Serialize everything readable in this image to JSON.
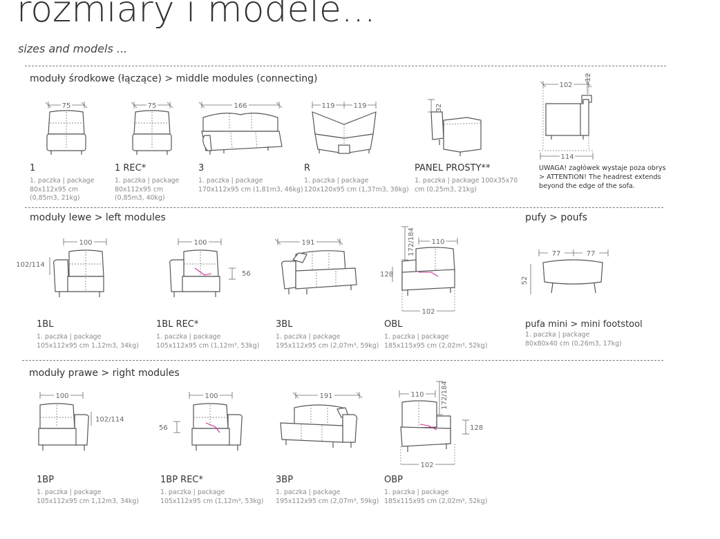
{
  "header": {
    "title": "rozmiary i modele...",
    "subtitle": "sizes and models ..."
  },
  "sections": {
    "middle": "moduły środkowe (łączące) > middle modules (connecting)",
    "left": "moduły lewe > left modules",
    "poufs": "pufy > poufs",
    "right": "moduły prawe > right modules"
  },
  "middle": [
    {
      "name": "1",
      "pkg1": "1. paczka | package",
      "pkg2": "80x112x95 cm",
      "pkg3": "(0,85m3, 21kg)",
      "dim": "75"
    },
    {
      "name": "1 REC*",
      "pkg1": "1. paczka | package",
      "pkg2": "80x112x95 cm",
      "pkg3": "(0,85m3, 40kg)",
      "dim": "75"
    },
    {
      "name": "3",
      "pkg1": "1. paczka | package",
      "pkg2": "170x112x95 cm (1,81m3, 46kg)",
      "dim": "166"
    },
    {
      "name": "R",
      "pkg1": "1. paczka | package",
      "pkg2": "120x120x95 cm (1,37m3, 38kg)",
      "dim": "119"
    },
    {
      "name": "PANEL PROSTY**",
      "pkg1": "1. paczka | package 100x35x70",
      "pkg2": "cm (0,25m3, 21kg)",
      "dim": "32"
    }
  ],
  "headrest": {
    "dim_top": "102",
    "dim_side": "12",
    "dim_bottom": "114",
    "note1": "UWAGA! zagłówek wystaje poza obrys",
    "note2": "> ATTENTION! The headrest extends",
    "note3": "beyond the edge of the sofa."
  },
  "left": [
    {
      "name": "1BL",
      "pkg1": "1. paczka | package",
      "pkg2": "105x112x95 cm 1,12m3, 34kg)",
      "dim": "100",
      "dim2": "102/114"
    },
    {
      "name": "1BL REC*",
      "pkg1": "1. paczka | package",
      "pkg2": "105x112x95 cm (1,12m³, 53kg)",
      "dim": "100",
      "dim2": "56"
    },
    {
      "name": "3BL",
      "pkg1": "1. paczka | package",
      "pkg2": "195x112x95 cm (2,07m³, 59kg)",
      "dim": "191"
    },
    {
      "name": "OBL",
      "pkg1": "1. paczka | package",
      "pkg2": "185x115x95 cm (2,02m³, 52kg)",
      "dim": "110",
      "dim2": "172/184",
      "dim3": "128",
      "dim4": "102"
    }
  ],
  "pouf": {
    "name": "pufa mini > mini footstool",
    "pkg1": "1. paczka | package",
    "pkg2": "80x80x40 cm (0,26m3, 17kg)",
    "dim": "77",
    "dim2": "52"
  },
  "right": [
    {
      "name": "1BP",
      "pkg1": "1. paczka | package",
      "pkg2": "105x112x95 cm 1,12m3, 34kg)",
      "dim": "100",
      "dim2": "102/114"
    },
    {
      "name": "1BP REC*",
      "pkg1": "1. paczka | package",
      "pkg2": "105x112x95 cm (1,12m³, 53kg)",
      "dim": "100",
      "dim2": "56"
    },
    {
      "name": "3BP",
      "pkg1": "1. paczka | package",
      "pkg2": "195x112x95 cm (2,07m³, 59kg)",
      "dim": "191"
    },
    {
      "name": "OBP",
      "pkg1": "1. paczka | package",
      "pkg2": "185x115x95 cm (2,02m³, 52kg)",
      "dim": "110",
      "dim2": "172/184",
      "dim3": "128",
      "dim4": "102"
    }
  ]
}
